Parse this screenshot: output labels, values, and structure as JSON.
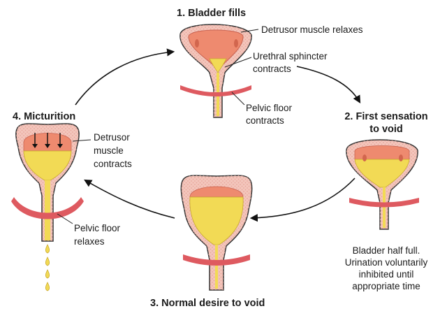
{
  "colors": {
    "wall_outer": "#f3c6bc",
    "wall_dots": "#e7a59a",
    "lumen_muscle": "#ee8a6f",
    "urine": "#f2da55",
    "urine_light": "#f7e57a",
    "pelvic_floor": "#de5a60",
    "outline": "#333333",
    "arrow": "#111111"
  },
  "stages": {
    "s1": {
      "title": "1. Bladder fills",
      "notes": [
        "Detrusor muscle relaxes",
        "Urethral sphincter",
        "contracts",
        "Pelvic floor",
        "contracts"
      ]
    },
    "s2": {
      "title_line1": "2. First sensation",
      "title_line2": "to void",
      "notes": [
        "Bladder half full.",
        "Urination voluntarily",
        "inhibited until",
        "appropriate time"
      ]
    },
    "s3": {
      "title": "3. Normal desire to void"
    },
    "s4": {
      "title": "4. Micturition",
      "notes": [
        "Detrusor",
        "muscle",
        "contracts",
        "Pelvic floor",
        "relaxes"
      ]
    }
  }
}
